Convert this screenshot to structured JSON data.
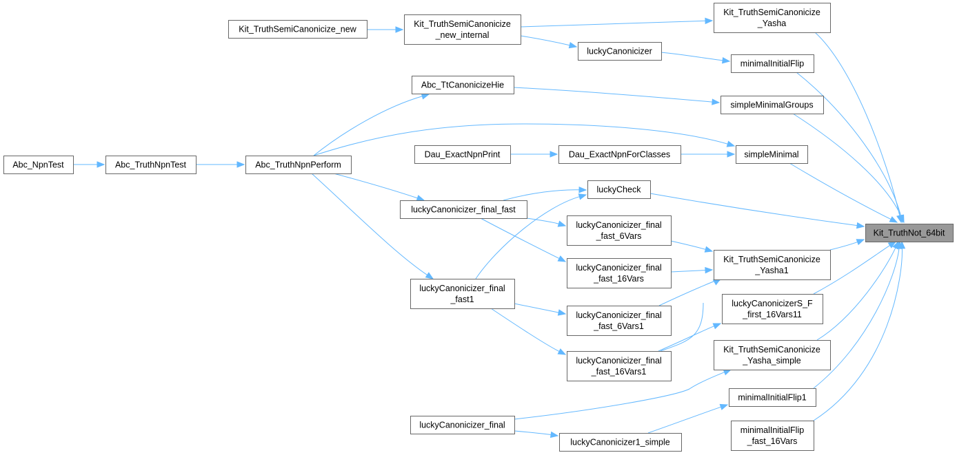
{
  "diagram": {
    "nodes": [
      {
        "id": "n0",
        "lines": [
          "Kit_TruthNot_64bit"
        ],
        "focus": true
      },
      {
        "id": "n1",
        "lines": [
          "Kit_TruthSemiCanonicize",
          "_Yasha"
        ]
      },
      {
        "id": "n2",
        "lines": [
          "Kit_TruthSemiCanonicize",
          "_new_internal"
        ]
      },
      {
        "id": "n3",
        "lines": [
          "Kit_TruthSemiCanonicize_new"
        ]
      },
      {
        "id": "n4",
        "lines": [
          "minimalInitialFlip"
        ]
      },
      {
        "id": "n5",
        "lines": [
          "luckyCanonicizer"
        ]
      },
      {
        "id": "n6",
        "lines": [
          "simpleMinimalGroups"
        ]
      },
      {
        "id": "n7",
        "lines": [
          "Abc_TtCanonicizeHie"
        ]
      },
      {
        "id": "n8",
        "lines": [
          "Abc_TruthNpnPerform"
        ]
      },
      {
        "id": "n9",
        "lines": [
          "Abc_TruthNpnTest"
        ]
      },
      {
        "id": "n10",
        "lines": [
          "Abc_NpnTest"
        ]
      },
      {
        "id": "n11",
        "lines": [
          "simpleMinimal"
        ]
      },
      {
        "id": "n12",
        "lines": [
          "Dau_ExactNpnForClasses"
        ]
      },
      {
        "id": "n13",
        "lines": [
          "Dau_ExactNpnPrint"
        ]
      },
      {
        "id": "n14",
        "lines": [
          "luckyCheck"
        ]
      },
      {
        "id": "n15",
        "lines": [
          "luckyCanonicizer_final_fast"
        ]
      },
      {
        "id": "n16",
        "lines": [
          "luckyCanonicizer_final",
          "_fast1"
        ]
      },
      {
        "id": "n17",
        "lines": [
          "Kit_TruthSemiCanonicize",
          "_Yasha1"
        ]
      },
      {
        "id": "n18",
        "lines": [
          "luckyCanonicizer_final",
          "_fast_6Vars"
        ]
      },
      {
        "id": "n19",
        "lines": [
          "luckyCanonicizer_final",
          "_fast_16Vars"
        ]
      },
      {
        "id": "n20",
        "lines": [
          "luckyCanonicizer_final",
          "_fast_6Vars1"
        ]
      },
      {
        "id": "n21",
        "lines": [
          "luckyCanonicizer_final",
          "_fast_16Vars1"
        ]
      },
      {
        "id": "n22",
        "lines": [
          "luckyCanonicizerS_F",
          "_first_16Vars11"
        ]
      },
      {
        "id": "n23",
        "lines": [
          "Kit_TruthSemiCanonicize",
          "_Yasha_simple"
        ]
      },
      {
        "id": "n24",
        "lines": [
          "luckyCanonicizer_final"
        ]
      },
      {
        "id": "n25",
        "lines": [
          "minimalInitialFlip1"
        ]
      },
      {
        "id": "n26",
        "lines": [
          "luckyCanonicizer1_simple"
        ]
      },
      {
        "id": "n27",
        "lines": [
          "minimalInitialFlip",
          "_fast_16Vars"
        ]
      }
    ],
    "edges": [
      {
        "from": "n1",
        "to": "n0"
      },
      {
        "from": "n2",
        "to": "n1"
      },
      {
        "from": "n3",
        "to": "n2"
      },
      {
        "from": "n4",
        "to": "n0"
      },
      {
        "from": "n2",
        "to": "n5"
      },
      {
        "from": "n5",
        "to": "n4"
      },
      {
        "from": "n6",
        "to": "n0"
      },
      {
        "from": "n7",
        "to": "n6"
      },
      {
        "from": "n8",
        "to": "n7"
      },
      {
        "from": "n9",
        "to": "n8"
      },
      {
        "from": "n10",
        "to": "n9"
      },
      {
        "from": "n11",
        "to": "n0"
      },
      {
        "from": "n8",
        "to": "n11"
      },
      {
        "from": "n12",
        "to": "n11"
      },
      {
        "from": "n13",
        "to": "n12"
      },
      {
        "from": "n14",
        "to": "n0"
      },
      {
        "from": "n15",
        "to": "n14"
      },
      {
        "from": "n16",
        "to": "n14"
      },
      {
        "from": "n8",
        "to": "n15"
      },
      {
        "from": "n8",
        "to": "n16"
      },
      {
        "from": "n17",
        "to": "n0"
      },
      {
        "from": "n18",
        "to": "n17"
      },
      {
        "from": "n19",
        "to": "n17"
      },
      {
        "from": "n20",
        "to": "n17"
      },
      {
        "from": "n21",
        "to": "n17"
      },
      {
        "from": "n15",
        "to": "n18"
      },
      {
        "from": "n15",
        "to": "n19"
      },
      {
        "from": "n16",
        "to": "n20"
      },
      {
        "from": "n16",
        "to": "n21"
      },
      {
        "from": "n22",
        "to": "n0"
      },
      {
        "from": "n21",
        "to": "n22"
      },
      {
        "from": "n23",
        "to": "n0"
      },
      {
        "from": "n24",
        "to": "n23"
      },
      {
        "from": "n25",
        "to": "n0"
      },
      {
        "from": "n26",
        "to": "n25"
      },
      {
        "from": "n24",
        "to": "n26"
      },
      {
        "from": "n27",
        "to": "n0"
      }
    ]
  }
}
